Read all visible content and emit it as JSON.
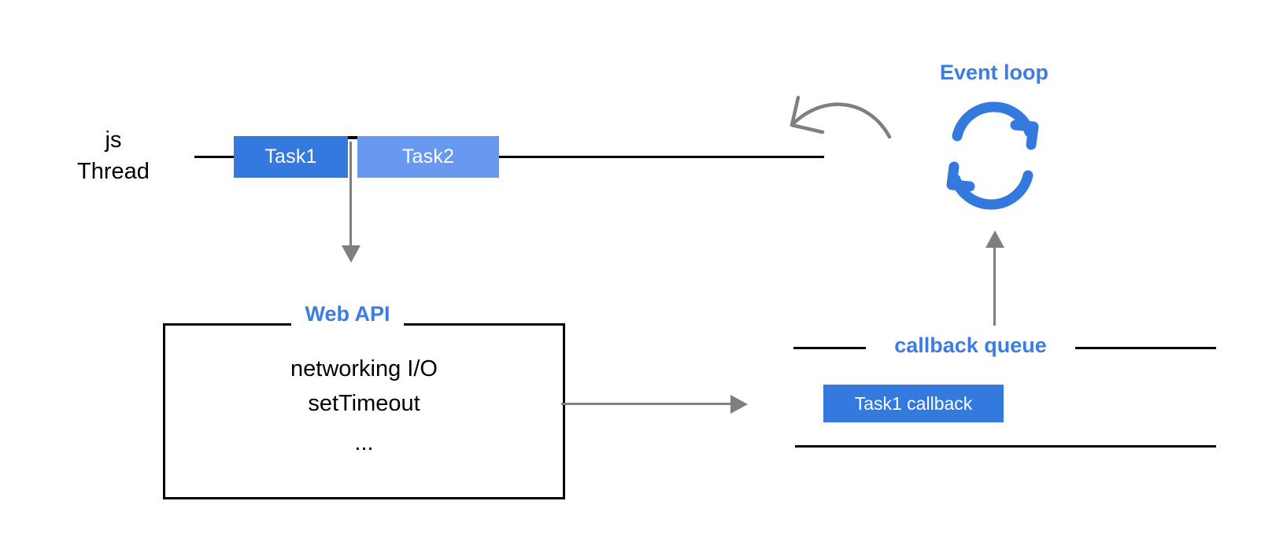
{
  "diagram": {
    "title": "JavaScript event loop diagram",
    "colors": {
      "task1_blue": "#3479dd",
      "task2_blue": "#6699ef",
      "accent_blue": "#3d7ce0",
      "arrow_gray": "#7f7f7f",
      "line_black": "#000000",
      "background": "#ffffff"
    }
  },
  "thread": {
    "label_line1": "js",
    "label_line2": "Thread",
    "tasks": [
      {
        "name": "Task1",
        "color": "#3479dd"
      },
      {
        "name": "Task2",
        "color": "#6699ef"
      }
    ]
  },
  "web_api": {
    "title": "Web API",
    "items": [
      "networking I/O",
      "setTimeout"
    ],
    "ellipsis": "..."
  },
  "callback_queue": {
    "title": "callback queue",
    "items": [
      {
        "label": "Task1 callback",
        "color": "#3479dd"
      }
    ]
  },
  "event_loop": {
    "title": "Event loop",
    "icon": "circular-loop-icon"
  },
  "arrows": [
    {
      "name": "task1-to-webapi-arrow",
      "direction": "down",
      "color": "#7f7f7f"
    },
    {
      "name": "webapi-to-queue-arrow",
      "direction": "right",
      "color": "#7f7f7f"
    },
    {
      "name": "queue-to-eventloop-arrow",
      "direction": "up",
      "color": "#7f7f7f"
    },
    {
      "name": "eventloop-to-thread-arrow",
      "direction": "curved-left",
      "color": "#7f7f7f"
    }
  ]
}
